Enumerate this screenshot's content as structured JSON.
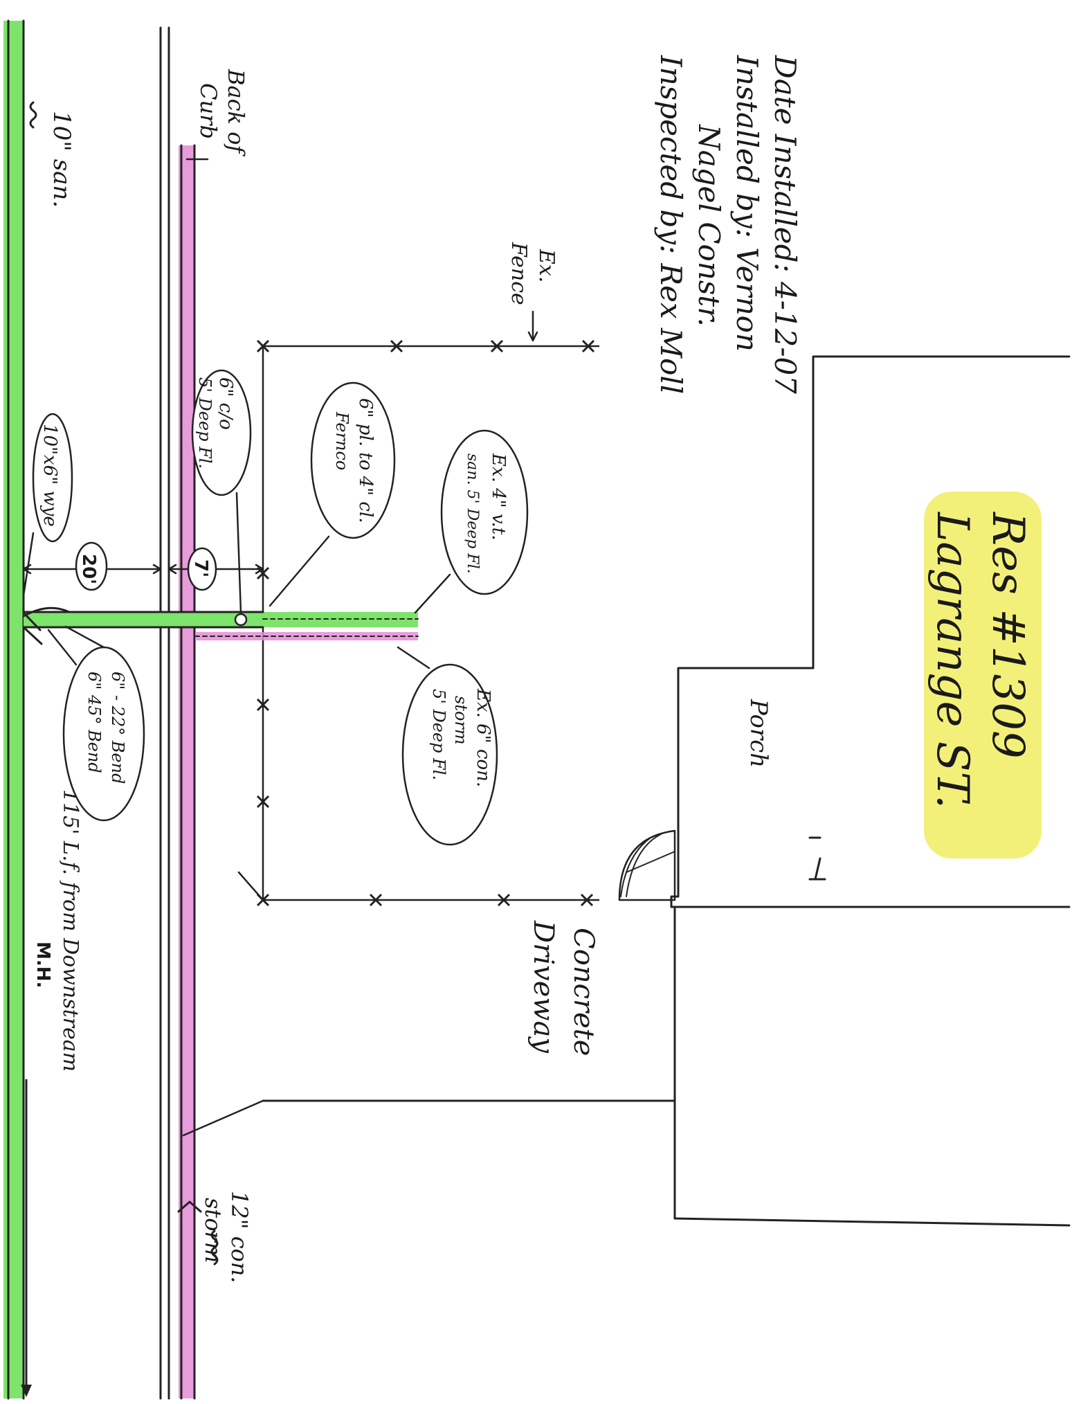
{
  "header": {
    "date_installed": "Date Installed: 4-12-07",
    "installed_by": "Installed by: Vernon",
    "installed_by_company": "Nagel Constr.",
    "inspected_by": "Inspected by: Rex Moll"
  },
  "address": {
    "line1": "Res #1309",
    "line2": "Lagrange ST."
  },
  "labels": {
    "sanitary_main": "10\" san.",
    "back_of_curb_1": "Back of",
    "back_of_curb_2": "Curb",
    "existing_fence_1": "Ex.",
    "existing_fence_2": "Fence",
    "porch": "Porch",
    "driveway_1": "Concrete",
    "driveway_2": "Driveway",
    "storm_main_1": "12\" con.",
    "storm_main_2": "storm",
    "distance_downstream_1": "115' L.f. from Downstream",
    "distance_downstream_2": "M.H."
  },
  "callouts": {
    "wye": "10\"x6\" wye",
    "dist_20": "20'",
    "dist_7": "7'",
    "cleanout_1": "6\" c/o",
    "cleanout_2": "5' Deep Fl.",
    "fernco_1": "6\" pl. to 4\" cl.",
    "fernco_2": "Fernco",
    "ex_san_1": "Ex. 4\" v.t.",
    "ex_san_2": "san. 5' Deep Fl.",
    "ex_storm_1": "Ex. 6\" con.",
    "ex_storm_2": "storm",
    "ex_storm_3": "5' Deep Fl.",
    "bends_1": "6\" - 22° Bend",
    "bends_2": "6\" 45° Bend"
  },
  "colors": {
    "sanitary_highlight": "#7ee36b",
    "storm_highlight": "#e58bd6",
    "address_highlight": "#f3f07a",
    "ink": "#222222"
  }
}
